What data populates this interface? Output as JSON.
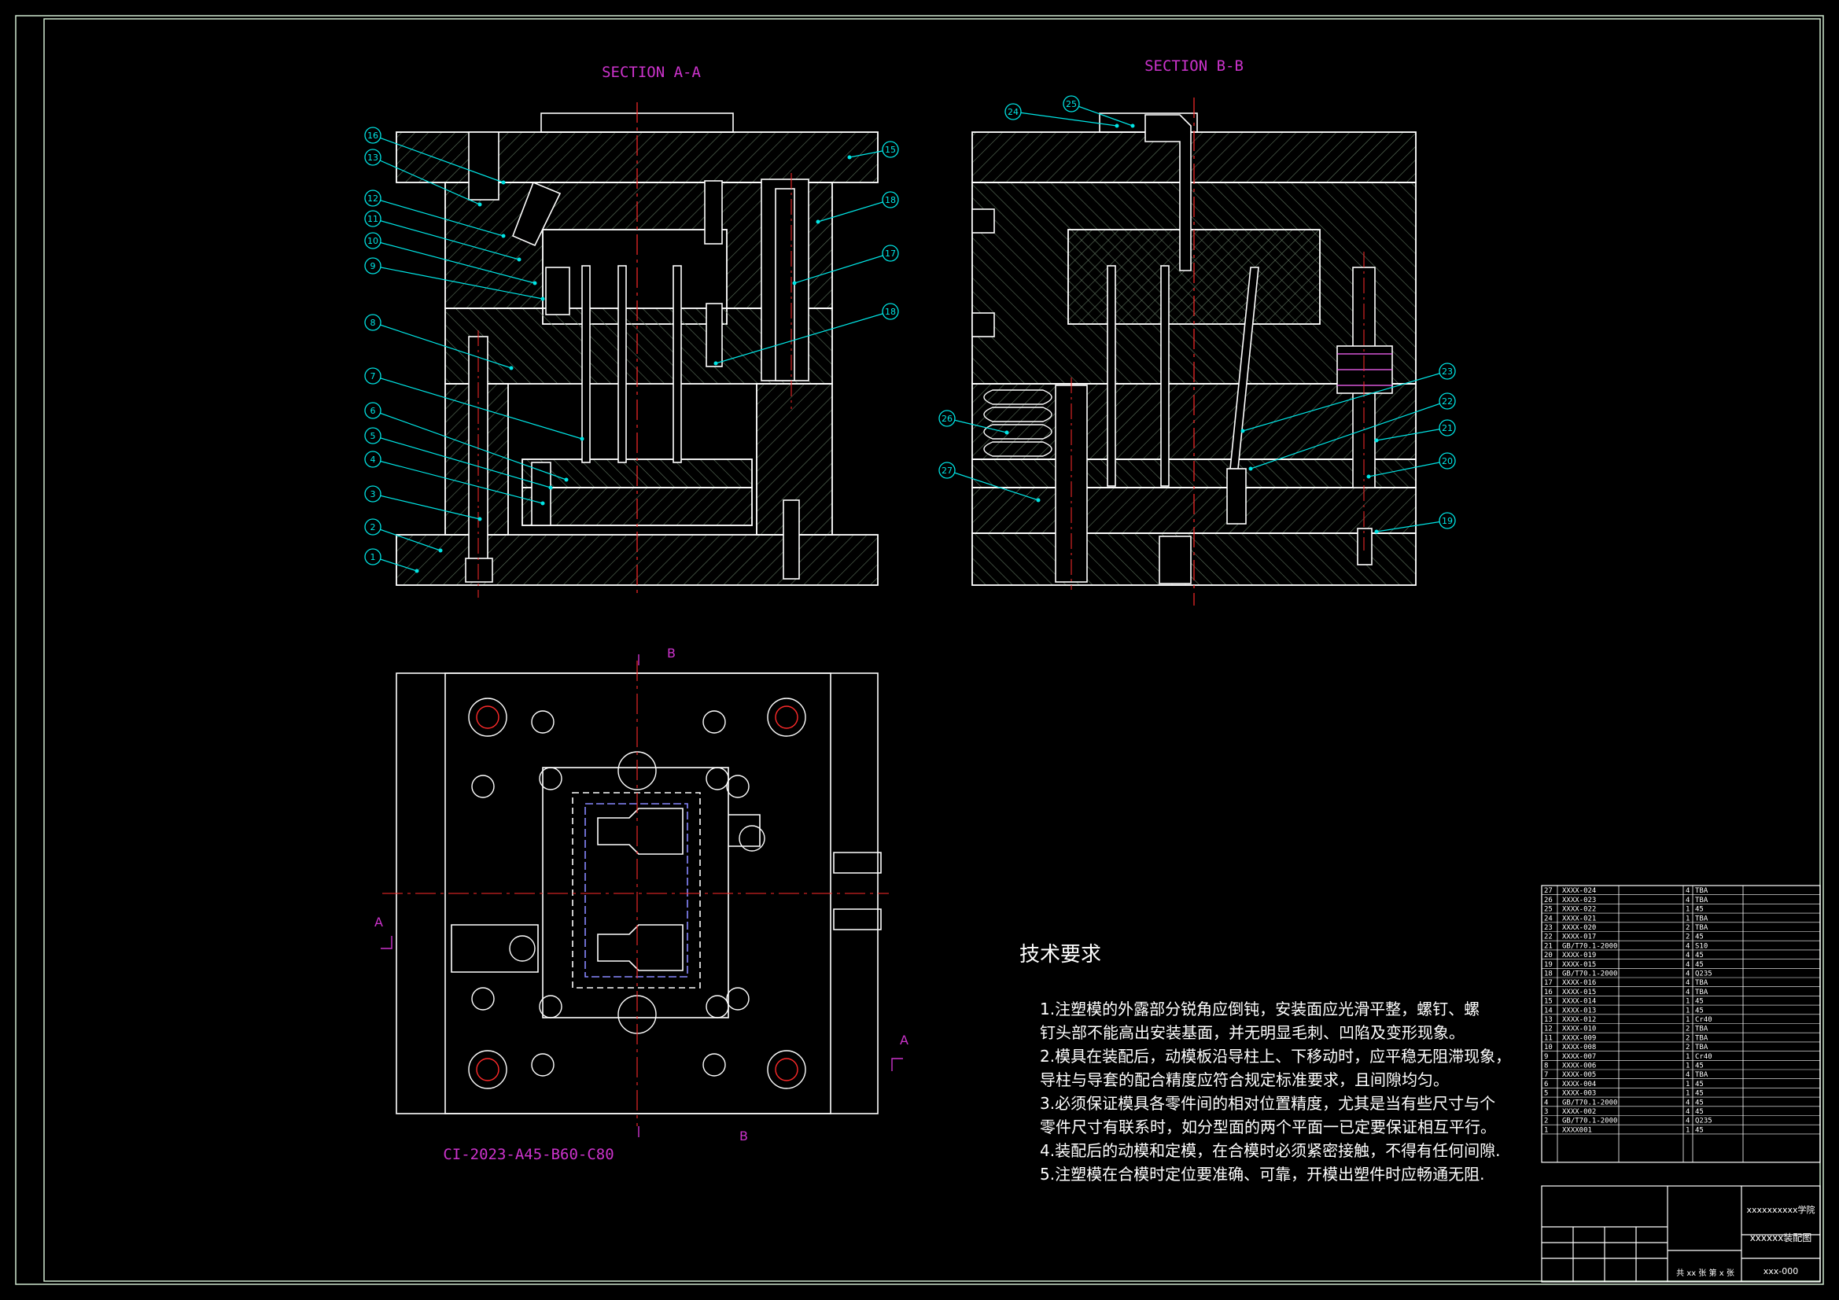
{
  "colors": {
    "background": "#000000",
    "outline": "#ffffff",
    "hatch": "#6b7f6b",
    "centerline": "#ff2a2a",
    "leader": "#00e5e5",
    "label": "#cc33cc",
    "spring": "#ff66ff",
    "dashed": "#ffffff"
  },
  "section_aa": {
    "title": "SECTION A-A"
  },
  "section_bb": {
    "title": "SECTION B-B"
  },
  "plan": {
    "code": "CI-2023-A45-B60-C80",
    "cut_a": "A",
    "cut_b": "B"
  },
  "balloons_aa": [
    "16",
    "13",
    "12",
    "11",
    "10",
    "9",
    "8",
    "7",
    "6",
    "5",
    "4",
    "3",
    "2",
    "1",
    "15",
    "18",
    "17",
    "18"
  ],
  "balloons_bb": [
    "24",
    "25",
    "26",
    "27",
    "23",
    "22",
    "21",
    "20",
    "19"
  ],
  "tech": {
    "title": "技术要求",
    "items": [
      "1.注塑模的外露部分锐角应倒钝，安装面应光滑平整，螺钉、螺",
      "  钉头部不能高出安装基面，并无明显毛刺、凹陷及变形现象。",
      "2.模具在装配后，动模板沿导柱上、下移动时，应平稳无阻滞现象，",
      "  导柱与导套的配合精度应符合规定标准要求，且间隙均匀。",
      "3.必须保证模具各零件间的相对位置精度，尤其是当有些尺寸与个",
      "  零件尺寸有联系时，如分型面的两个平面一已定要保证相互平行。",
      "4.装配后的动模和定模，在合模时必须紧密接触，不得有任何间隙.",
      "5.注塑模在合模时定位要准确、可靠，开模出塑件时应畅通无阻."
    ]
  },
  "bom": [
    [
      "27",
      "XXXX-024",
      "",
      "4",
      "TBA"
    ],
    [
      "26",
      "XXXX-023",
      "",
      "4",
      "TBA"
    ],
    [
      "25",
      "XXXX-022",
      "",
      "1",
      "45"
    ],
    [
      "24",
      "XXXX-021",
      "",
      "1",
      "TBA"
    ],
    [
      "23",
      "XXXX-020",
      "",
      "2",
      "TBA"
    ],
    [
      "22",
      "XXXX-017",
      "",
      "2",
      "45"
    ],
    [
      "21",
      "GB/T70.1-2000",
      "",
      "4",
      "S10"
    ],
    [
      "20",
      "XXXX-019",
      "",
      "4",
      "45"
    ],
    [
      "19",
      "XXXX-015",
      "",
      "4",
      "45"
    ],
    [
      "18",
      "GB/T70.1-2000",
      "",
      "4",
      "Q235"
    ],
    [
      "17",
      "XXXX-016",
      "",
      "4",
      "TBA"
    ],
    [
      "16",
      "XXXX-015",
      "",
      "4",
      "TBA"
    ],
    [
      "15",
      "XXXX-014",
      "",
      "1",
      "45"
    ],
    [
      "14",
      "XXXX-013",
      "",
      "1",
      "45"
    ],
    [
      "13",
      "XXXX-012",
      "",
      "1",
      "Cr40"
    ],
    [
      "12",
      "XXXX-010",
      "",
      "2",
      "TBA"
    ],
    [
      "11",
      "XXXX-009",
      "",
      "2",
      "TBA"
    ],
    [
      "10",
      "XXXX-008",
      "",
      "2",
      "TBA"
    ],
    [
      "9",
      "XXXX-007",
      "",
      "1",
      "Cr40"
    ],
    [
      "8",
      "XXXX-006",
      "",
      "1",
      "45"
    ],
    [
      "7",
      "XXXX-005",
      "",
      "4",
      "TBA"
    ],
    [
      "6",
      "XXXX-004",
      "",
      "1",
      "45"
    ],
    [
      "5",
      "XXXX-003",
      "",
      "1",
      "45"
    ],
    [
      "4",
      "GB/T70.1-2000",
      "",
      "4",
      "45"
    ],
    [
      "3",
      "XXXX-002",
      "",
      "4",
      "45"
    ],
    [
      "2",
      "GB/T70.1-2000",
      "",
      "4",
      "Q235"
    ],
    [
      "1",
      "XXXX001",
      "",
      "1",
      "45"
    ]
  ],
  "title_block": {
    "school": "xxxxxxxxxx学院",
    "drawing": "xxxxxx装配图",
    "number": "xxx-000",
    "sheets": "共 xx 张  第 x 张"
  }
}
